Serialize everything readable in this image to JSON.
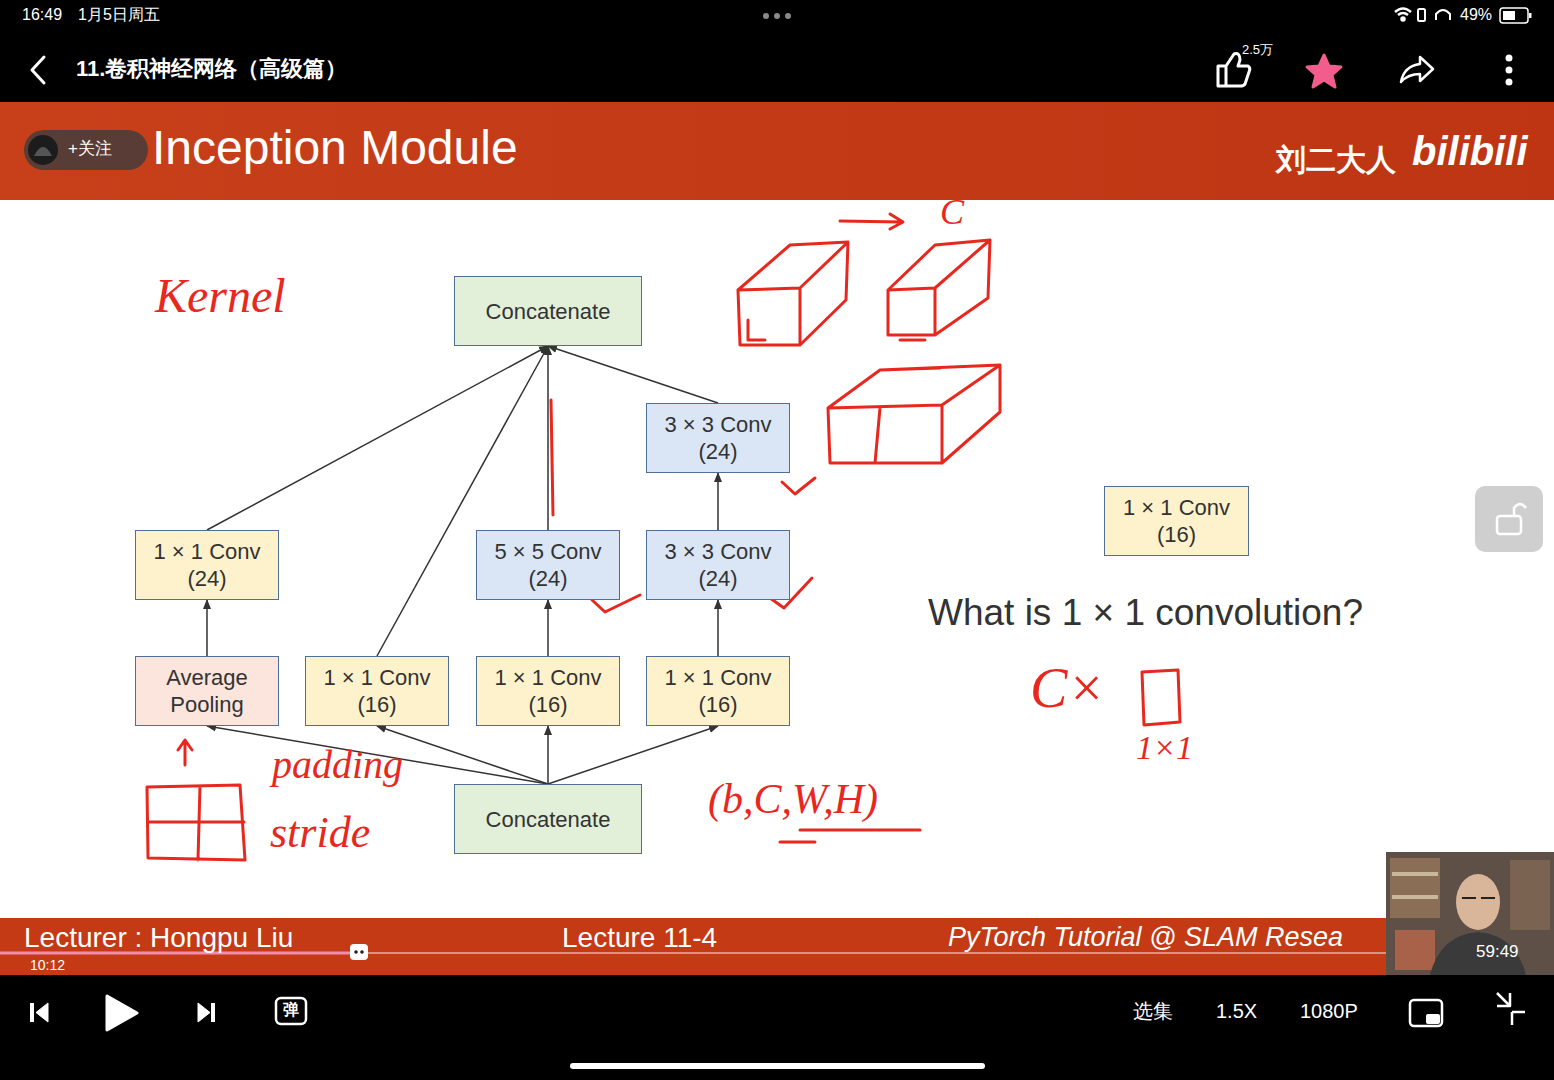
{
  "diagram": {
    "title": "Inception Module",
    "nodes": [
      {
        "text": [
          "Concatenate"
        ]
      },
      {
        "text": [
          "3 × 3 Conv",
          "(24)"
        ]
      },
      {
        "text": [
          "1 × 1 Conv",
          "(16)"
        ]
      },
      {
        "text": [
          "1 × 1 Conv",
          "(24)"
        ]
      },
      {
        "text": [
          "5 × 5 Conv",
          "(24)"
        ]
      },
      {
        "text": [
          "3 × 3 Conv",
          "(24)"
        ]
      },
      {
        "text": [
          "Average Pooling"
        ]
      },
      {
        "text": [
          "1 × 1 Conv",
          "(16)"
        ]
      },
      {
        "text": [
          "1 × 1 Conv",
          "(16)"
        ]
      },
      {
        "text": [
          "1 × 1 Conv",
          "(16)"
        ]
      },
      {
        "text": [
          "Concatenate"
        ]
      }
    ],
    "edges": [
      {
        "from": 10,
        "to": 6,
        "arrow": "to"
      },
      {
        "from": 10,
        "to": 7,
        "arrow": "to"
      },
      {
        "from": 10,
        "to": 8,
        "arrow": "to"
      },
      {
        "from": 10,
        "to": 9,
        "arrow": "to"
      },
      {
        "from": 6,
        "to": 3,
        "arrow": "to"
      },
      {
        "from": 8,
        "to": 4,
        "arrow": "to"
      },
      {
        "from": 9,
        "to": 5,
        "arrow": "to"
      },
      {
        "from": 5,
        "to": 1,
        "arrow": "to"
      },
      {
        "from": 3,
        "to": 0,
        "arrow": "to"
      },
      {
        "from": 7,
        "to": 0,
        "arrow": "to"
      },
      {
        "from": 4,
        "to": 0,
        "arrow": "to"
      },
      {
        "from": 1,
        "to": 0,
        "arrow": "to"
      }
    ],
    "labels": [
      "16:49",
      "1月5日周五",
      "49%",
      "11.卷积神经网络（高级篇）",
      "2.5万",
      "+关注",
      "刘二大人",
      "bilibili",
      "Kernel",
      "C",
      "What is 1 × 1 convolution?",
      "C×",
      "1×1",
      "padding",
      "stride",
      "(b,C,W,H)",
      "10:12",
      "Lecturer : Hongpu Liu",
      "Lecture 11-4",
      "PyTorch Tutorial @ SLAM Resea",
      "59:49",
      "弹",
      "选集",
      "1.5X",
      "1080P"
    ]
  }
}
